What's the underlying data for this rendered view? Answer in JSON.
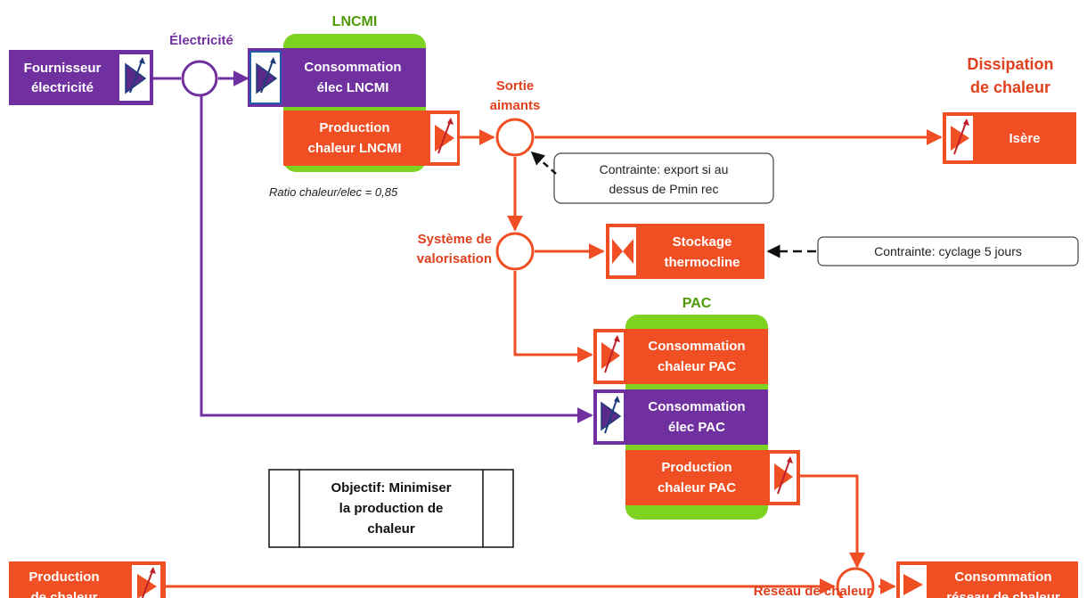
{
  "colors": {
    "red": "#f04e23",
    "red_dark": "#e0401e",
    "purple": "#7030a0",
    "green": "#7ed321",
    "black": "#111111"
  },
  "groups": {
    "lncmi": "LNCMI",
    "pac": "PAC"
  },
  "boxes": {
    "fournisseur": [
      "Fournisseur",
      "électricité"
    ],
    "conso_elec_lncmi": [
      "Consommation",
      "élec LNCMI"
    ],
    "prod_chaleur_lncmi": [
      "Production",
      "chaleur LNCMI"
    ],
    "isere": [
      "Isère"
    ],
    "stockage": [
      "Stockage",
      "thermocline"
    ],
    "conso_chaleur_pac": [
      "Consommation",
      "chaleur PAC"
    ],
    "conso_elec_pac": [
      "Consommation",
      "élec PAC"
    ],
    "prod_chaleur_pac": [
      "Production",
      "chaleur PAC"
    ],
    "prod_chaleur": [
      "Production",
      "de chaleur"
    ],
    "conso_reseau": [
      "Consommation",
      "réseau de chaleur"
    ]
  },
  "nodes": {
    "electricite": "Électricité",
    "sortie_aimants": [
      "Sortie",
      "aimants"
    ],
    "systeme_valorisation": [
      "Système de",
      "valorisation"
    ],
    "dissipation": [
      "Dissipation",
      "de chaleur"
    ],
    "reseau": "Réseau de chaleur"
  },
  "notes": {
    "ratio": "Ratio chaleur/elec = 0,85",
    "contrainte_export": [
      "Contrainte: export si au",
      "dessus de Pmin rec"
    ],
    "contrainte_cyclage": "Contrainte: cyclage 5 jours",
    "objectif": [
      "Objectif: Minimiser",
      "la production de",
      "chaleur"
    ]
  },
  "icons": [
    "gauge-icon",
    "valve-icon",
    "sink-icon"
  ]
}
